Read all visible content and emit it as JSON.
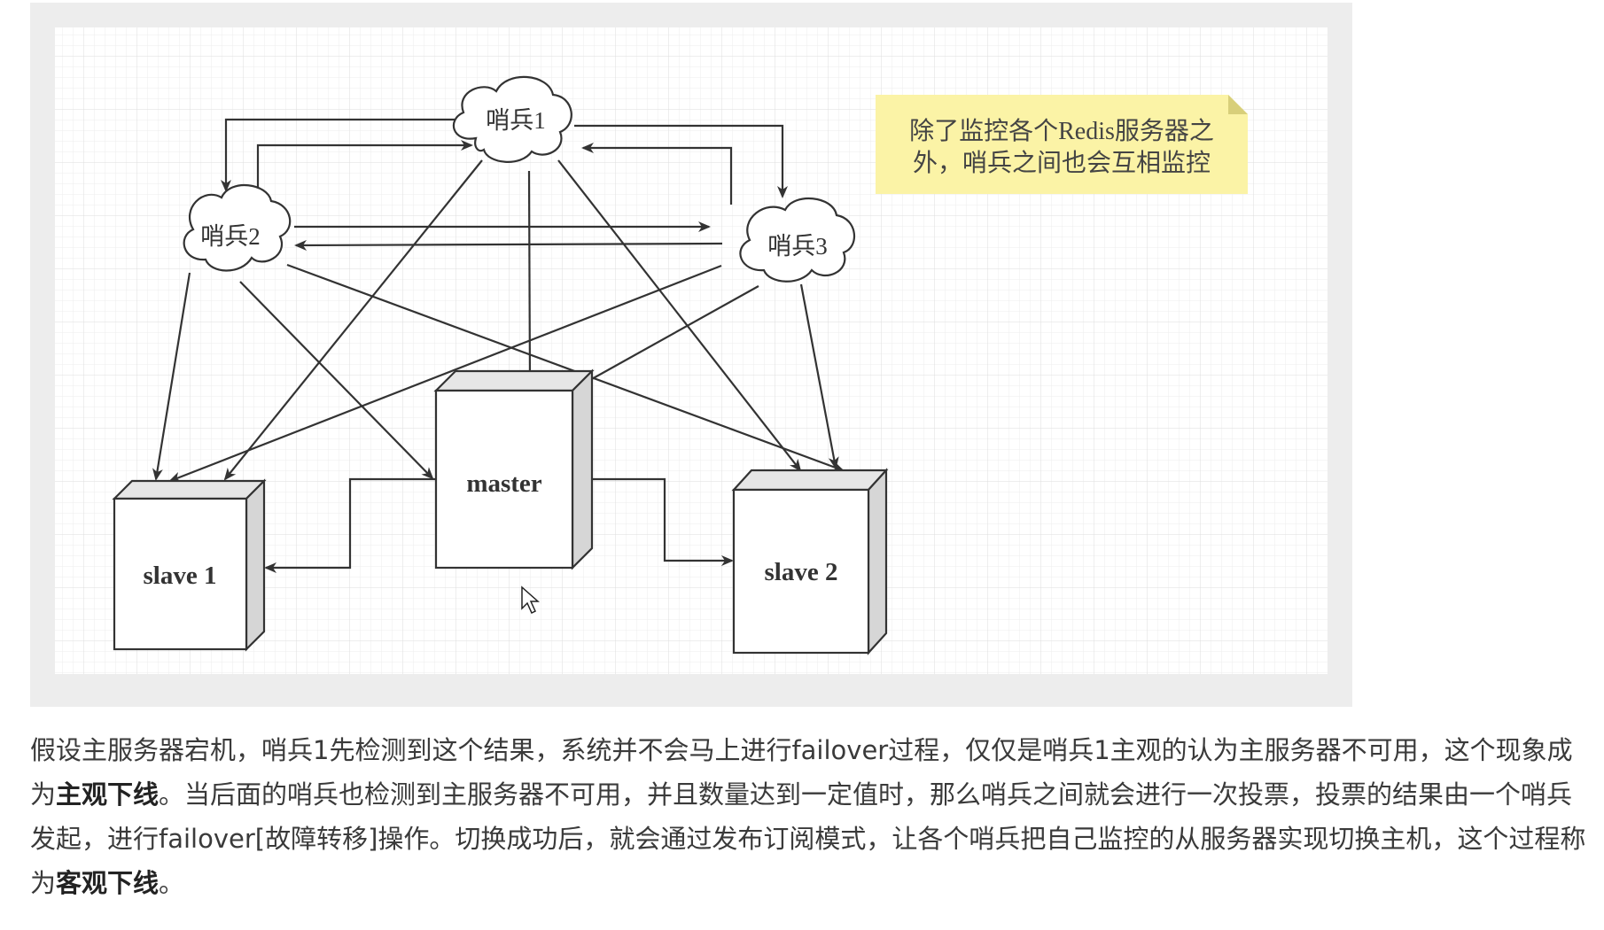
{
  "diagram": {
    "nodes": {
      "sentinel1": "哨兵1",
      "sentinel2": "哨兵2",
      "sentinel3": "哨兵3",
      "master": "master",
      "slave1": "slave 1",
      "slave2": "slave 2"
    },
    "note": {
      "line1": "除了监控各个Redis服务器之",
      "line2": "外，哨兵之间也会互相监控"
    }
  },
  "caption": {
    "p1": "假设主服务器宕机，哨兵1先检测到这个结果，系统并不会马上进行failover过程，仅仅是哨兵1主观的认为主服务器不可用，这个现象成为",
    "b1": "主观下线",
    "p2": "。当后面的哨兵也检测到主服务器不可用，并且数量达到一定值时，那么哨兵之间就会进行一次投票，投票的结果由一个哨兵发起，进行failover[故障转移]操作。切换成功后，就会通过发布订阅模式，让各个哨兵把自己监控的从服务器实现切换主机，这个过程称为",
    "b2": "客观下线",
    "p3": "。"
  }
}
